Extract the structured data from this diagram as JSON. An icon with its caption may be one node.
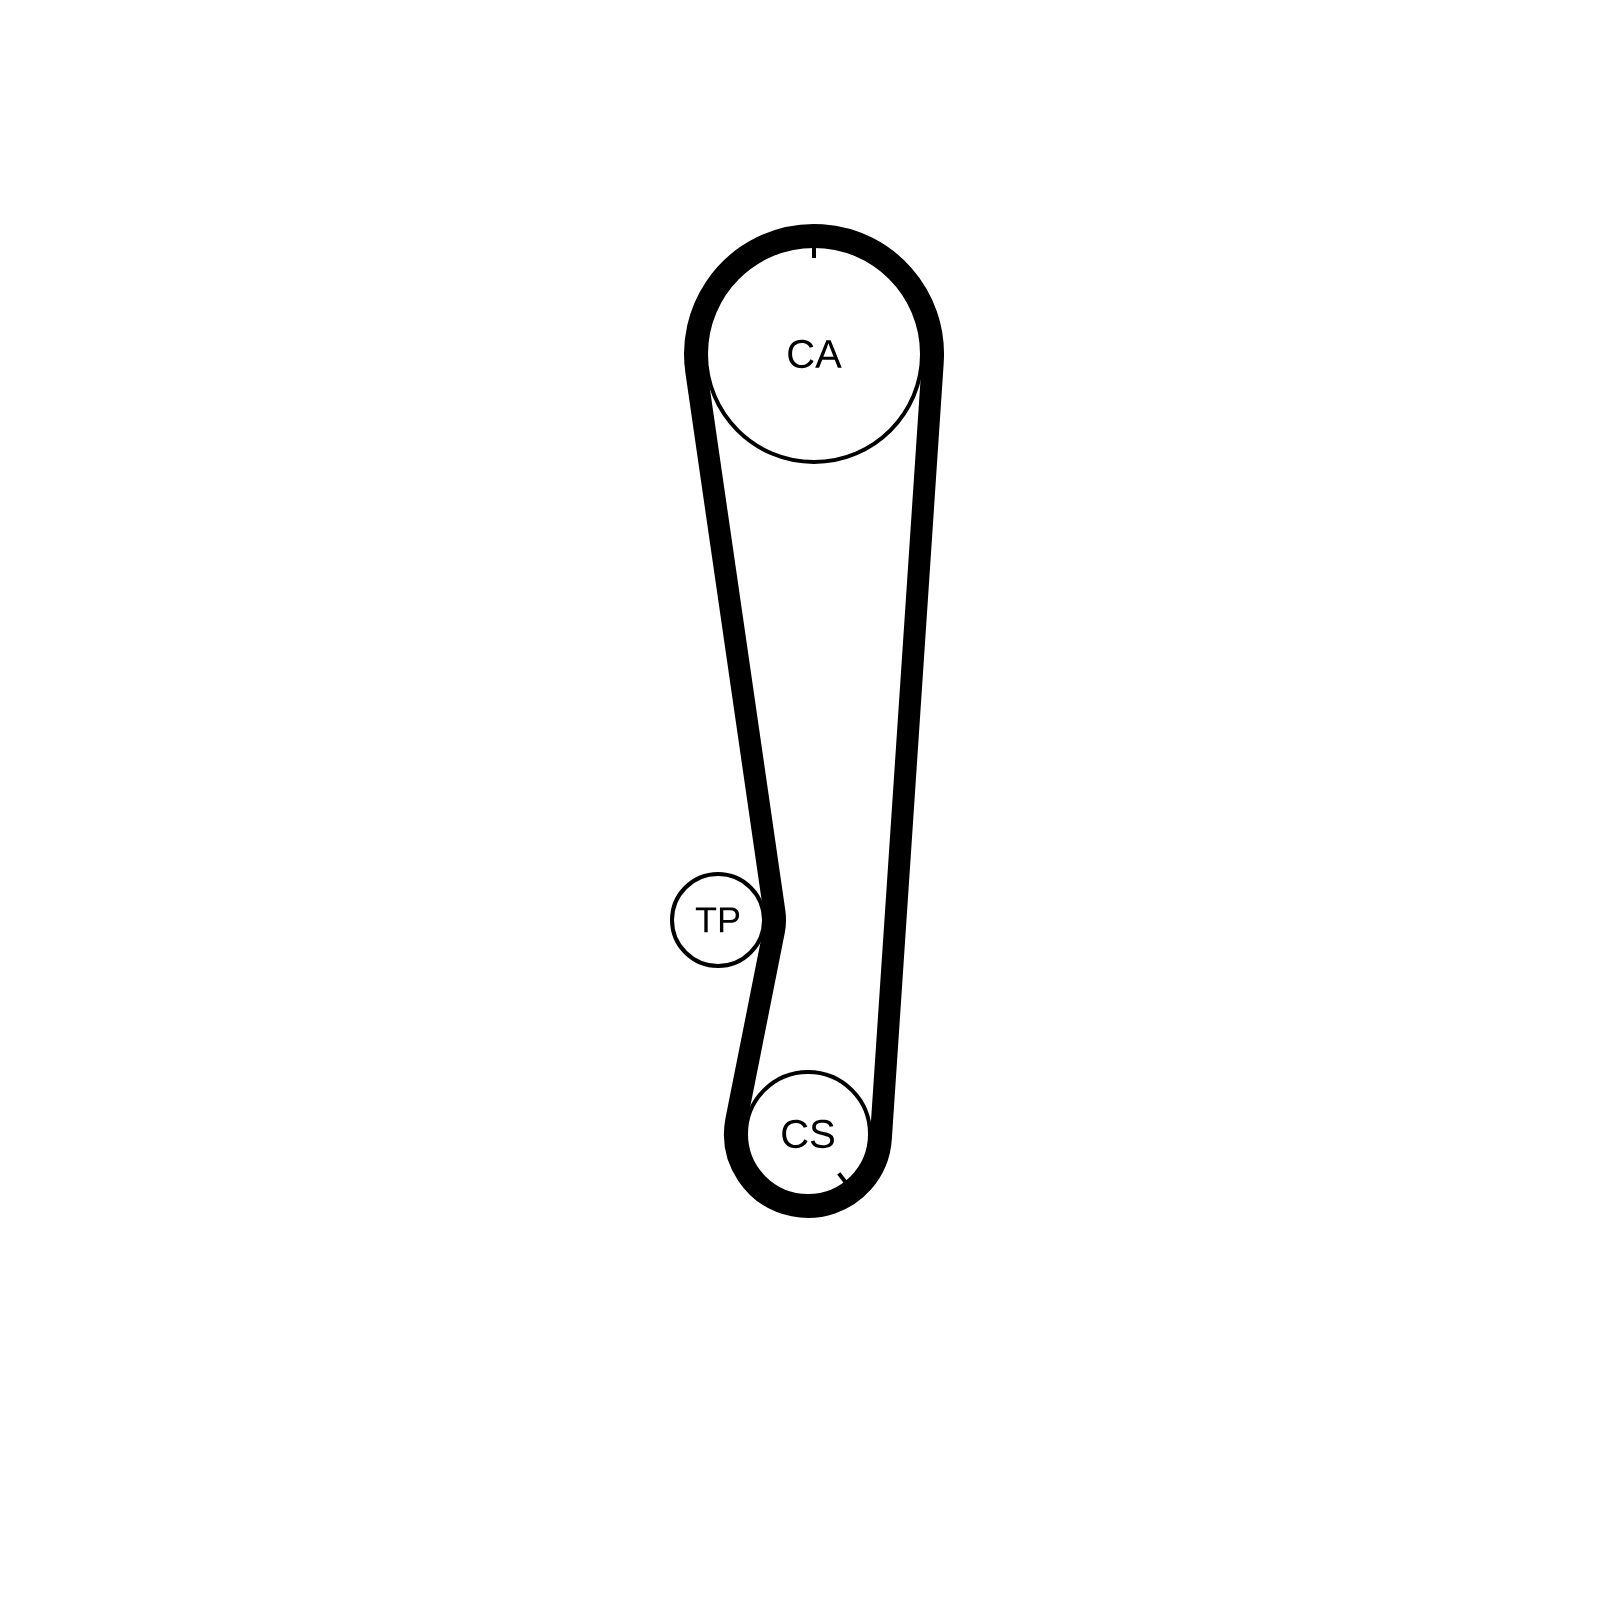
{
  "diagram": {
    "nodes": [
      {
        "text": [
          "CA"
        ]
      },
      {
        "text": [
          "TP"
        ]
      },
      {
        "text": [
          "CS"
        ]
      }
    ]
  }
}
